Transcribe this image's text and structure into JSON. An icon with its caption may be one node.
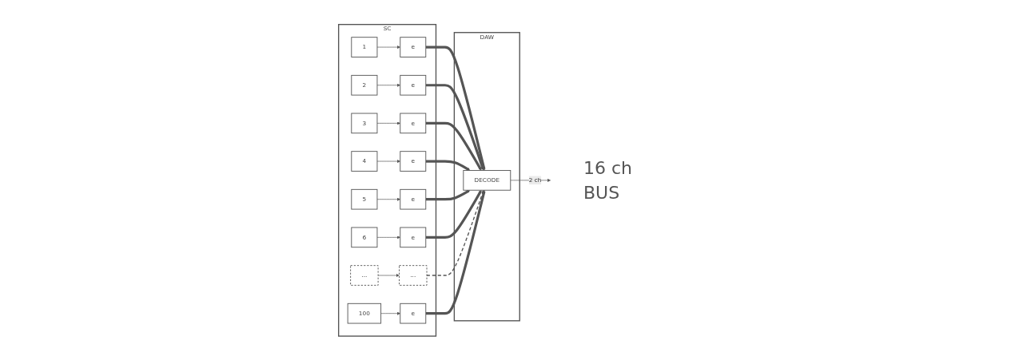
{
  "diagram": {
    "nodes": [
      {
        "text": [
          "SC"
        ]
      },
      {
        "text": [
          "1"
        ],
        "in": 0
      },
      {
        "text": [
          "e"
        ],
        "in": 0
      },
      {
        "text": [
          "2"
        ],
        "in": 0
      },
      {
        "text": [
          "e"
        ],
        "in": 0
      },
      {
        "text": [
          "3"
        ],
        "in": 0
      },
      {
        "text": [
          "e"
        ],
        "in": 0
      },
      {
        "text": [
          "4"
        ],
        "in": 0
      },
      {
        "text": [
          "e"
        ],
        "in": 0
      },
      {
        "text": [
          "5"
        ],
        "in": 0
      },
      {
        "text": [
          "e"
        ],
        "in": 0
      },
      {
        "text": [
          "6"
        ],
        "in": 0
      },
      {
        "text": [
          "e"
        ],
        "in": 0
      },
      {
        "text": [
          "..."
        ],
        "in": 0
      },
      {
        "text": [
          "..."
        ],
        "in": 0
      },
      {
        "text": [
          "100"
        ],
        "in": 0
      },
      {
        "text": [
          "e"
        ],
        "in": 0
      },
      {
        "text": [
          "DAW"
        ]
      },
      {
        "text": [
          "DECODE"
        ],
        "in": 17
      }
    ],
    "edges": [
      {
        "from": 1,
        "to": 2,
        "arrow": "to"
      },
      {
        "from": 3,
        "to": 4,
        "arrow": "to"
      },
      {
        "from": 5,
        "to": 6,
        "arrow": "to"
      },
      {
        "from": 7,
        "to": 8,
        "arrow": "to"
      },
      {
        "from": 9,
        "to": 10,
        "arrow": "to"
      },
      {
        "from": 11,
        "to": 12,
        "arrow": "to"
      },
      {
        "from": 13,
        "to": 14,
        "arrow": "to"
      },
      {
        "from": 15,
        "to": 16,
        "arrow": "to"
      },
      {
        "from": 2,
        "to": 18,
        "arrow": "to",
        "style": "thick"
      },
      {
        "from": 4,
        "to": 18,
        "arrow": "to",
        "style": "thick"
      },
      {
        "from": 6,
        "to": 18,
        "arrow": "to",
        "style": "thick"
      },
      {
        "from": 8,
        "to": 18,
        "arrow": "to",
        "style": "thick"
      },
      {
        "from": 10,
        "to": 18,
        "arrow": "to",
        "style": "thick"
      },
      {
        "from": 12,
        "to": 18,
        "arrow": "to",
        "style": "thick"
      },
      {
        "from": 14,
        "to": 18,
        "arrow": "to",
        "style": "dashed"
      },
      {
        "from": 16,
        "to": 18,
        "arrow": "to",
        "style": "thick"
      },
      {
        "from": 18,
        "to": null,
        "label": "2 ch",
        "arrow": "to"
      }
    ],
    "labels": [
      "16 ch",
      "BUS"
    ]
  }
}
